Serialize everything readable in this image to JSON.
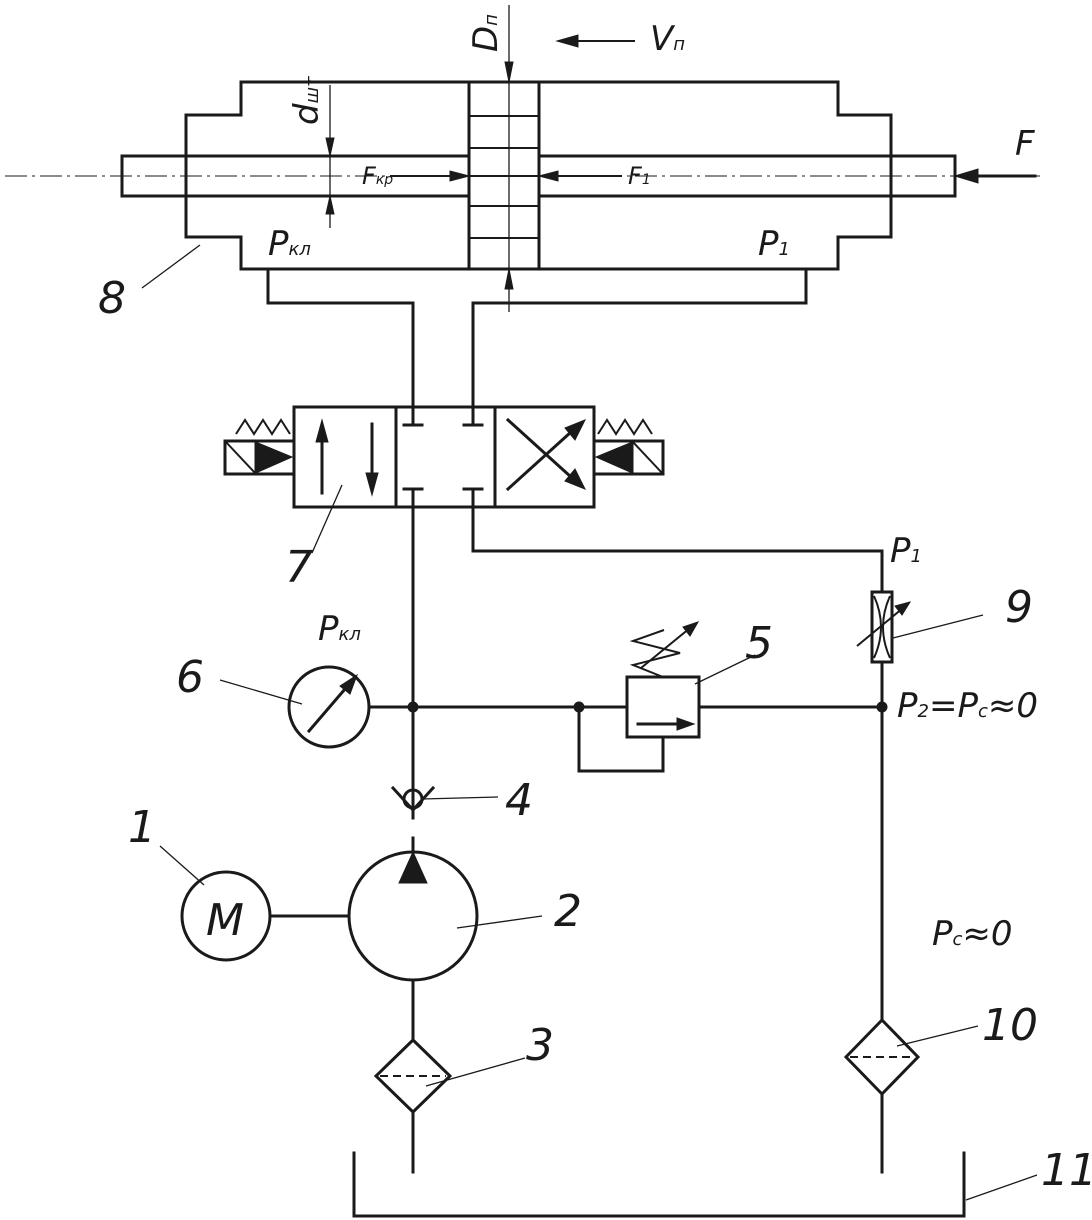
{
  "labels": {
    "n1": "1",
    "n2": "2",
    "n3": "3",
    "n4": "4",
    "n5": "5",
    "n6": "6",
    "n7": "7",
    "n8": "8",
    "n9": "9",
    "n10": "10",
    "n11": "11",
    "motor": "M",
    "force": "F",
    "piston_diameter": "D",
    "piston_diameter_sub": "п",
    "rod_diameter": "d",
    "rod_diameter_sub": "шт",
    "velocity": "V",
    "velocity_sub": "п",
    "friction_force": "F",
    "friction_force_sub": "кр",
    "force1": "F",
    "force1_sub": "1",
    "p_kl_cyl": "P",
    "p_kl_cyl_sub": "кл",
    "p1_cyl": "P",
    "p1_cyl_sub": "1",
    "p1_line": "P",
    "p1_line_sub": "1",
    "p_kl_gauge": "P",
    "p_kl_gauge_sub": "кл",
    "p2_a": "P",
    "p2_a_sub": "2",
    "p2_b": "=P",
    "p2_b_sub": "с",
    "p2_c": "≈0",
    "pc_a": "P",
    "pc_a_sub": "с",
    "pc_b": "≈0"
  }
}
